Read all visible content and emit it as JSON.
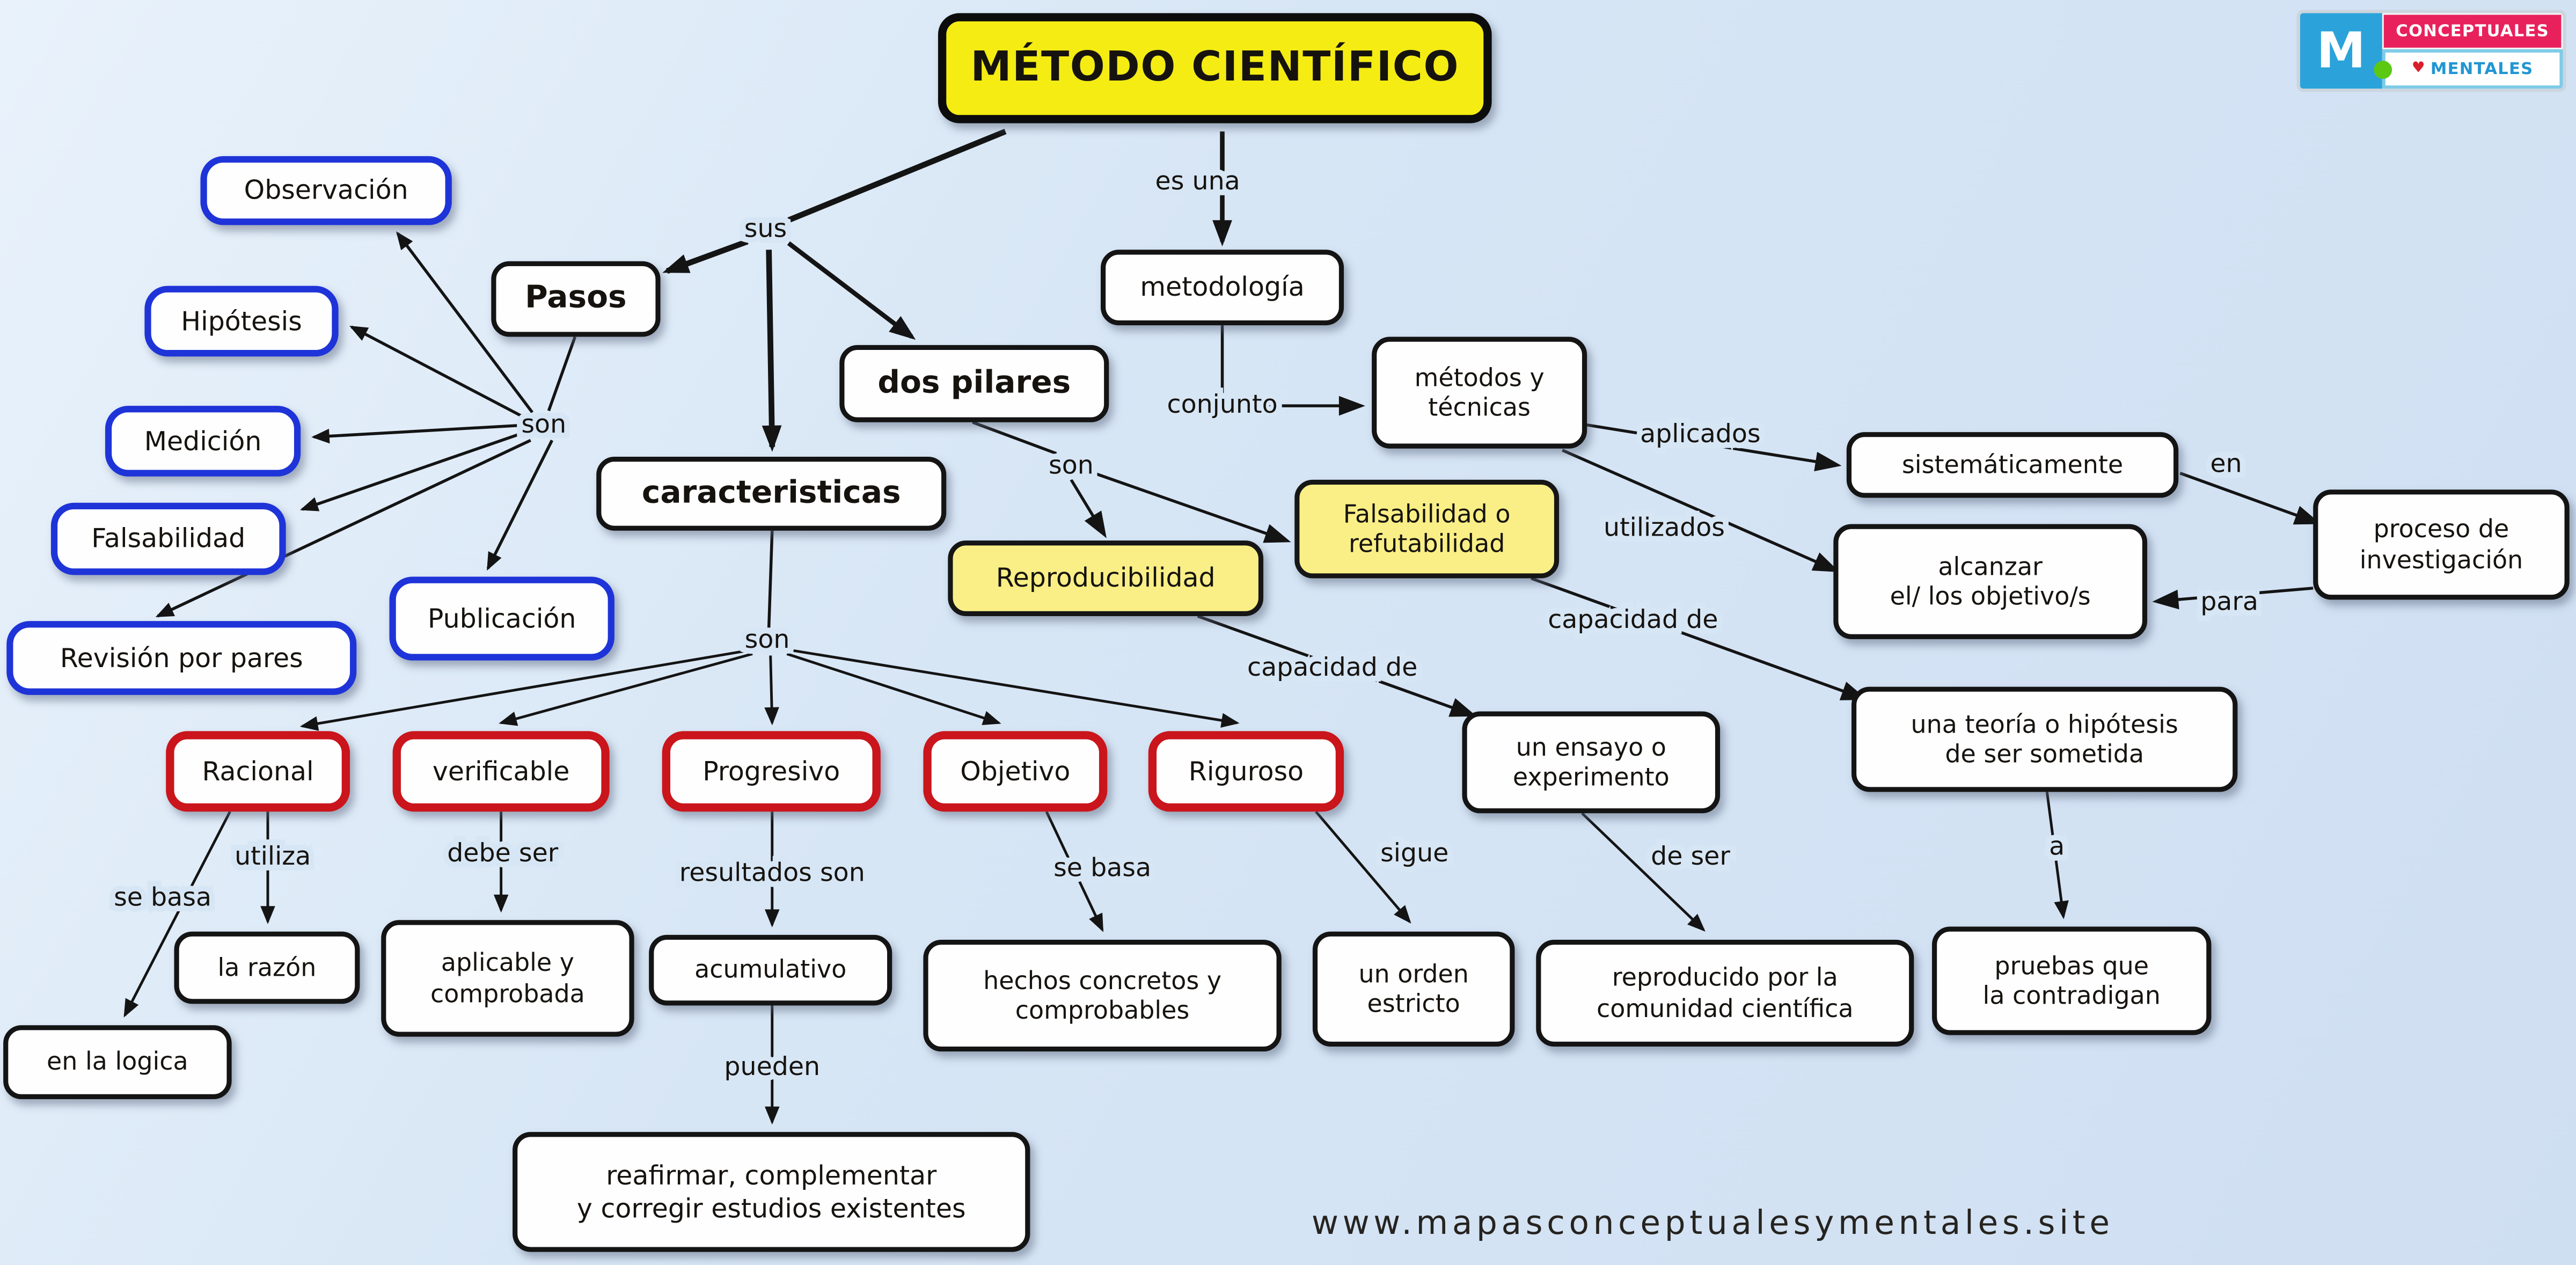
{
  "title": "MÉTODO CIENTÍFICO",
  "colors": {
    "background": "#d7e6f5",
    "title_fill": "#f4ec13",
    "pillar_fill": "#f9ef86",
    "step_border": "#1e34d8",
    "characteristic_border": "#c9151b",
    "default_border": "#141414",
    "line": "#141414"
  },
  "nodes": [
    {
      "id": "titulo",
      "style": "title",
      "label": "MÉTODO CIENTÍFICO"
    },
    {
      "id": "observacion",
      "style": "blue",
      "label": "Observación"
    },
    {
      "id": "hipotesis",
      "style": "blue",
      "label": "Hipótesis"
    },
    {
      "id": "medicion",
      "style": "blue",
      "label": "Medición"
    },
    {
      "id": "falsabilidad",
      "style": "blue",
      "label": "Falsabilidad"
    },
    {
      "id": "revision",
      "style": "blue",
      "label": "Revisión por pares"
    },
    {
      "id": "publicacion",
      "style": "blue",
      "label": "Publicación"
    },
    {
      "id": "pasos",
      "style": "black-bold",
      "label": "Pasos"
    },
    {
      "id": "caracteristicas",
      "style": "black-bold",
      "label": "caracteristicas"
    },
    {
      "id": "dos_pilares",
      "style": "black-bold",
      "label": "dos pilares"
    },
    {
      "id": "metodologia",
      "style": "black",
      "label": "metodología",
      "fs": 16
    },
    {
      "id": "metodos_tecnicas",
      "style": "black",
      "label": "métodos y técnicas",
      "lines": [
        "métodos y",
        "técnicas"
      ]
    },
    {
      "id": "sistematicamente",
      "style": "black",
      "label": "sistemáticamente"
    },
    {
      "id": "proceso",
      "style": "black",
      "label": "proceso de investigación",
      "lines": [
        "proceso de",
        "investigación"
      ]
    },
    {
      "id": "alcanzar",
      "style": "black",
      "label": "alcanzar el/ los objetivo/s",
      "lines": [
        "alcanzar",
        "el/ los objetivo/s"
      ]
    },
    {
      "id": "reproducibilidad",
      "style": "yellow",
      "label": "Reproducibilidad"
    },
    {
      "id": "fals_refut",
      "style": "yellow",
      "label": "Falsabilidad o refutabilidad",
      "lines": [
        "Falsabilidad o",
        "refutabilidad"
      ],
      "fs": 15
    },
    {
      "id": "ensayo",
      "style": "black",
      "label": "un ensayo o experimento",
      "lines": [
        "un ensayo o",
        "experimento"
      ]
    },
    {
      "id": "teoria",
      "style": "black",
      "label": "una teoría o hipótesis de ser sometida",
      "lines": [
        "una teoría o hipótesis",
        "de ser sometida"
      ]
    },
    {
      "id": "racional",
      "style": "red",
      "label": "Racional"
    },
    {
      "id": "verificable",
      "style": "red",
      "label": "verificable"
    },
    {
      "id": "progresivo",
      "style": "red",
      "label": "Progresivo"
    },
    {
      "id": "objetivo",
      "style": "red",
      "label": "Objetivo"
    },
    {
      "id": "riguroso",
      "style": "red",
      "label": "Riguroso"
    },
    {
      "id": "la_razon",
      "style": "black",
      "label": "la razón"
    },
    {
      "id": "en_la_logica",
      "style": "black",
      "label": "en la logica"
    },
    {
      "id": "aplicable",
      "style": "black",
      "label": "aplicable y comprobada",
      "lines": [
        "aplicable y",
        "comprobada"
      ]
    },
    {
      "id": "acumulativo",
      "style": "black",
      "label": "acumulativo"
    },
    {
      "id": "hechos",
      "style": "black",
      "label": "hechos concretos y comprobables",
      "lines": [
        "hechos concretos y",
        "comprobables"
      ]
    },
    {
      "id": "orden",
      "style": "black",
      "label": "un orden estricto",
      "lines": [
        "un orden",
        "estricto"
      ]
    },
    {
      "id": "reproducido",
      "style": "black",
      "label": "reproducido por la comunidad científica",
      "lines": [
        "reproducido por la",
        "comunidad científica"
      ]
    },
    {
      "id": "pruebas",
      "style": "black",
      "label": "pruebas que la contradigan",
      "lines": [
        "pruebas que",
        "la contradigan"
      ]
    },
    {
      "id": "reafirmar",
      "style": "black",
      "label": "reafirmar, complementar y corregir estudios existentes",
      "lines": [
        "reafirmar, complementar",
        "y corregir estudios existentes"
      ],
      "fs": 16
    }
  ],
  "edges": [
    {
      "id": "e_title_sus",
      "from": "titulo",
      "to": "sus-hub",
      "label": "sus"
    },
    {
      "id": "e_sus_pasos",
      "from": "sus-hub",
      "to": "pasos"
    },
    {
      "id": "e_sus_carac",
      "from": "sus-hub",
      "to": "caracteristicas"
    },
    {
      "id": "e_sus_pilares",
      "from": "sus-hub",
      "to": "dos_pilares"
    },
    {
      "id": "e_title_met",
      "from": "titulo",
      "to": "metodologia",
      "label": "es una"
    },
    {
      "id": "e_pasos_son",
      "from": "pasos",
      "to": "son-hub-pasos",
      "label": "son"
    },
    {
      "id": "e_son_obs",
      "from": "son-hub-pasos",
      "to": "observacion"
    },
    {
      "id": "e_son_hip",
      "from": "son-hub-pasos",
      "to": "hipotesis"
    },
    {
      "id": "e_son_med",
      "from": "son-hub-pasos",
      "to": "medicion"
    },
    {
      "id": "e_son_fals",
      "from": "son-hub-pasos",
      "to": "falsabilidad"
    },
    {
      "id": "e_son_rev",
      "from": "son-hub-pasos",
      "to": "revision"
    },
    {
      "id": "e_son_pub",
      "from": "son-hub-pasos",
      "to": "publicacion"
    },
    {
      "id": "e_pilares_son2",
      "from": "dos_pilares",
      "to": "son-hub-pilares",
      "label": "son"
    },
    {
      "id": "e_son2_repro",
      "from": "son-hub-pilares",
      "to": "reproducibilidad"
    },
    {
      "id": "e_son2_fals",
      "from": "son-hub-pilares",
      "to": "fals_refut"
    },
    {
      "id": "e_met_conj",
      "from": "metodologia",
      "to": "metodos_tecnicas",
      "label": "conjunto"
    },
    {
      "id": "e_met_apl",
      "from": "metodos_tecnicas",
      "to": "sistematicamente",
      "label": "aplicados"
    },
    {
      "id": "e_sist_en",
      "from": "sistematicamente",
      "to": "proceso",
      "label": "en"
    },
    {
      "id": "e_proc_para",
      "from": "proceso",
      "to": "alcanzar",
      "label": "para"
    },
    {
      "id": "e_met_util",
      "from": "metodos_tecnicas",
      "to": "alcanzar",
      "label": "utilizados"
    },
    {
      "id": "e_repro_cap1",
      "from": "reproducibilidad",
      "to": "ensayo",
      "label": "capacidad de"
    },
    {
      "id": "e_fals_cap2",
      "from": "fals_refut",
      "to": "teoria",
      "label": "capacidad de"
    },
    {
      "id": "e_carac_son3",
      "from": "caracteristicas",
      "to": "son-hub-caract",
      "label": "son"
    },
    {
      "id": "e_son3_rac",
      "from": "son-hub-caract",
      "to": "racional"
    },
    {
      "id": "e_son3_ver",
      "from": "son-hub-caract",
      "to": "verificable"
    },
    {
      "id": "e_son3_pro",
      "from": "son-hub-caract",
      "to": "progresivo"
    },
    {
      "id": "e_son3_obj",
      "from": "son-hub-caract",
      "to": "objetivo"
    },
    {
      "id": "e_son3_rig",
      "from": "son-hub-caract",
      "to": "riguroso"
    },
    {
      "id": "e_rac_logica",
      "from": "racional",
      "to": "en_la_logica",
      "label": "se basa"
    },
    {
      "id": "e_rac_razon",
      "from": "racional",
      "to": "la_razon",
      "label": "utiliza"
    },
    {
      "id": "e_ver_apli",
      "from": "verificable",
      "to": "aplicable",
      "label": "debe ser"
    },
    {
      "id": "e_pro_acum",
      "from": "progresivo",
      "to": "acumulativo",
      "label": "resultados son"
    },
    {
      "id": "e_obj_hechos",
      "from": "objetivo",
      "to": "hechos",
      "label": "se basa"
    },
    {
      "id": "e_rig_orden",
      "from": "riguroso",
      "to": "orden",
      "label": "sigue"
    },
    {
      "id": "e_ens_repr",
      "from": "ensayo",
      "to": "reproducido",
      "label": "de ser"
    },
    {
      "id": "e_teo_prue",
      "from": "teoria",
      "to": "pruebas",
      "label": "a"
    },
    {
      "id": "e_acum_reaf",
      "from": "acumulativo",
      "to": "reafirmar",
      "label": "pueden"
    }
  ],
  "footer": {
    "url": "www.mapasconceptualesymentales.site"
  },
  "logo": {
    "letter": "M",
    "line1": "CONCEPTUALES",
    "line2": "MENTALES",
    "heart": "♥",
    "heart_icon_name": "heart-icon"
  }
}
